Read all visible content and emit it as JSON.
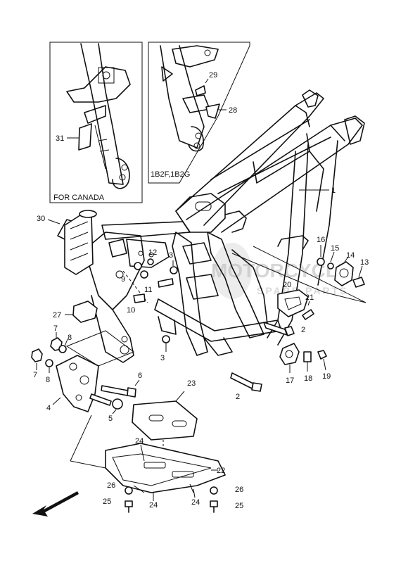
{
  "inset_left": {
    "caption": "FOR CANADA",
    "part": "31"
  },
  "inset_right": {
    "caption": "1B2F,1B2G",
    "parts": [
      "29",
      "28"
    ]
  },
  "watermark": {
    "line1": "MOTORCYCLE",
    "line2": "SPARE PARTS"
  },
  "callouts": {
    "p1": "1",
    "p2a": "2",
    "p2b": "2",
    "p3a": "3",
    "p3b": "3",
    "p4": "4",
    "p5": "5",
    "p6": "6",
    "p7a": "7",
    "p7b": "7",
    "p8a": "8",
    "p8b": "8",
    "p9": "9",
    "p10": "10",
    "p11": "11",
    "p12": "12",
    "p13": "13",
    "p14": "14",
    "p15": "15",
    "p16": "16",
    "p17": "17",
    "p18": "18",
    "p19": "19",
    "p20": "20",
    "p21": "21",
    "p22": "22",
    "p23": "23",
    "p24a": "24",
    "p24b": "24",
    "p24c": "24",
    "p25a": "25",
    "p25b": "25",
    "p26a": "26",
    "p26b": "26",
    "p27": "27",
    "p30": "30"
  },
  "front_arrow_icon": "arrow-front-icon"
}
